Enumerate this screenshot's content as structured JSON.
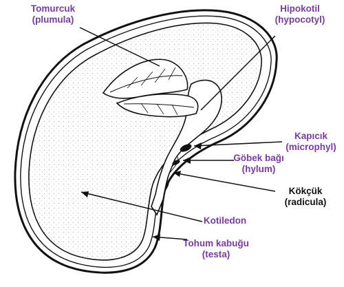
{
  "labels": {
    "plumula": {
      "line1": "Tomurcuk",
      "line2": "(plumula)"
    },
    "hypocotyl": {
      "line1": "Hipokotil",
      "line2": "(hypocotyl)"
    },
    "microphyl": {
      "line1": "Kapıcık",
      "line2": "(microphyl)"
    },
    "hylum": {
      "line1": "Göbek bağı",
      "line2": "(hylum)"
    },
    "radicula": {
      "line1": "Kökçük",
      "line2": "(radicula)"
    },
    "cotyledon": {
      "line1": "Kotiledon"
    },
    "testa": {
      "line1": "Tohum kabuğu",
      "line2": "(testa)"
    }
  },
  "colors": {
    "label_purple": "#7a3aa6",
    "label_black": "#111111",
    "outline": "#111111"
  }
}
